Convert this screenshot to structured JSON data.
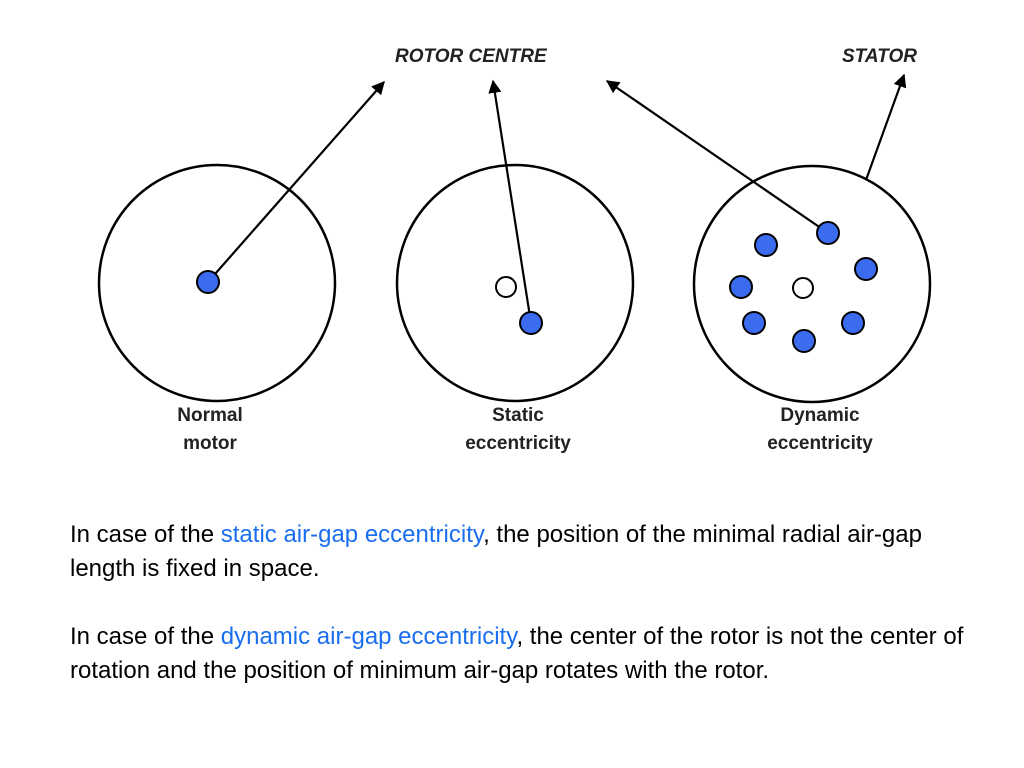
{
  "labels": {
    "rotor_centre": "ROTOR CENTRE",
    "stator": "STATOR"
  },
  "captions": [
    {
      "line1": "Normal",
      "line2": "motor"
    },
    {
      "line1": "Static",
      "line2": "eccentricity"
    },
    {
      "line1": "Dynamic",
      "line2": "eccentricity"
    }
  ],
  "paragraphs": [
    {
      "before": "In case of the ",
      "highlight": "static air-gap eccentricity",
      "after": ", the position of the minimal radial air-gap length is fixed in space."
    },
    {
      "before": "In case of the ",
      "highlight": "dynamic air-gap eccentricity",
      "after": ", the center of the rotor is not the center of rotation and the position of minimum air-gap rotates with the rotor."
    }
  ],
  "colors": {
    "rotor_fill": "#3b6cf0",
    "highlight_text": "#1a6ef0",
    "outline": "#000000"
  }
}
